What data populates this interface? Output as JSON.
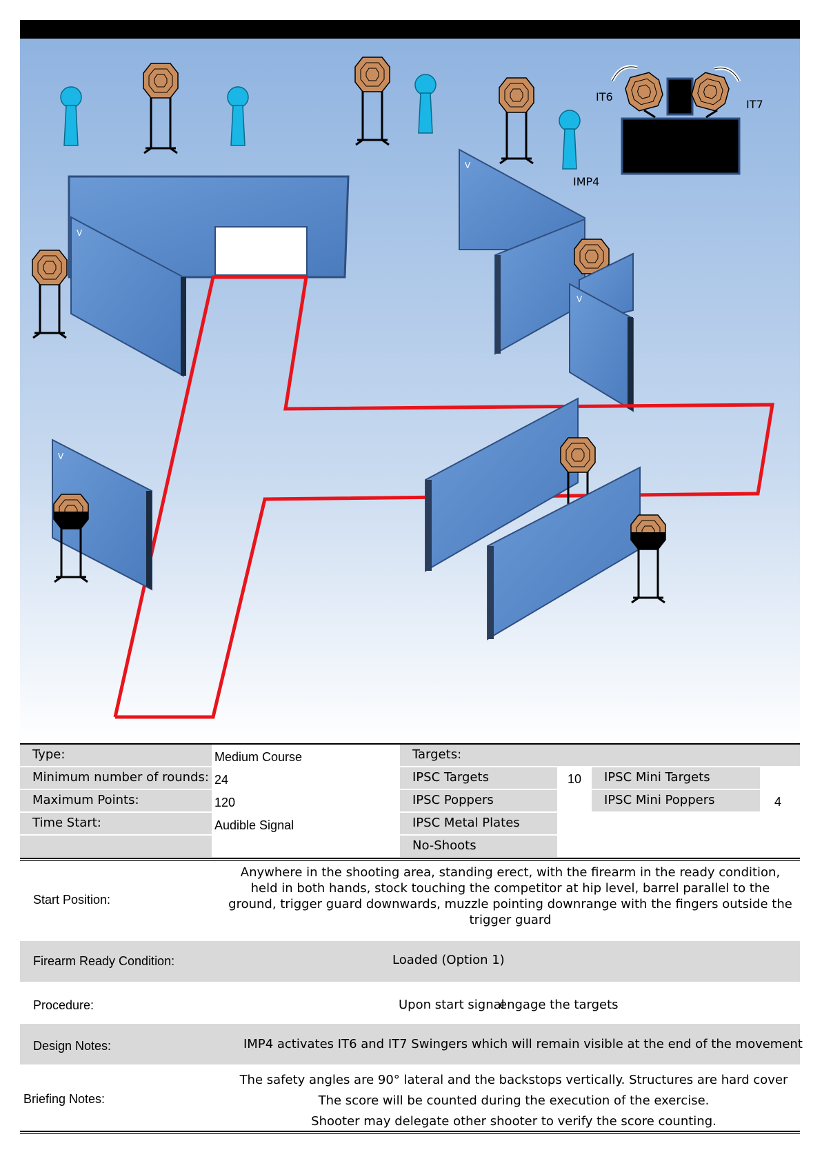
{
  "diagram": {
    "labels": {
      "it6": "IT6",
      "it7": "IT7",
      "imp4": "IMP4",
      "wall_marker": "V"
    },
    "colors": {
      "sky_top": "#8fb3e0",
      "sky_bottom": "#ffffff",
      "wall": "#5b8ccb",
      "wall_edge": "#2f4f80",
      "fault_line": "#e8141b",
      "popper": "#1ab6e6",
      "target": "#c98d5d"
    }
  },
  "info_table": {
    "type_label": "Type:",
    "type_value": "Medium Course",
    "min_rounds_label": "Minimum number of rounds:",
    "min_rounds_value": "24",
    "max_points_label": "Maximum Points:",
    "max_points_value": "120",
    "time_start_label": "Time Start:",
    "time_start_value": "Audible Signal",
    "targets_label": "Targets:",
    "ipsc_targets_label": "IPSC Targets",
    "ipsc_targets_value": "10",
    "ipsc_poppers_label": "IPSC Poppers",
    "ipsc_metal_plates_label": "IPSC Metal Plates",
    "no_shoots_label": "No-Shoots",
    "ipsc_mini_targets_label": "IPSC Mini Targets",
    "ipsc_mini_poppers_label": "IPSC Mini Poppers",
    "ipsc_mini_poppers_value": "4"
  },
  "rows": {
    "start_position_label": "Start Position:",
    "start_position_lines": [
      "Anywhere in the shooting area, standing erect, with the firearm in the ready condition,",
      "held in both hands, stock touching the competitor at hip level, barrel parallel to the",
      "ground, trigger guard downwards, muzzle pointing downrange with the fingers outside the",
      "trigger guard"
    ],
    "firearm_ready_label": "Firearm Ready Condition:",
    "firearm_ready_value": "Loaded (Option 1)",
    "procedure_label": "Procedure:",
    "procedure_part1": "Upon start signal",
    "procedure_part2": "engage the targets",
    "design_notes_label": "Design Notes:",
    "design_notes_value": "IMP4 activates IT6 and IT7 Swingers which will remain visible at the end of the movement",
    "briefing_notes_label": "Briefing Notes:",
    "briefing_notes_lines": [
      "The safety angles are 90° lateral and the backstops vertically. Structures are hard cover",
      "The score will be counted during the execution of the exercise.",
      "Shooter may delegate other shooter to verify the score counting."
    ]
  }
}
